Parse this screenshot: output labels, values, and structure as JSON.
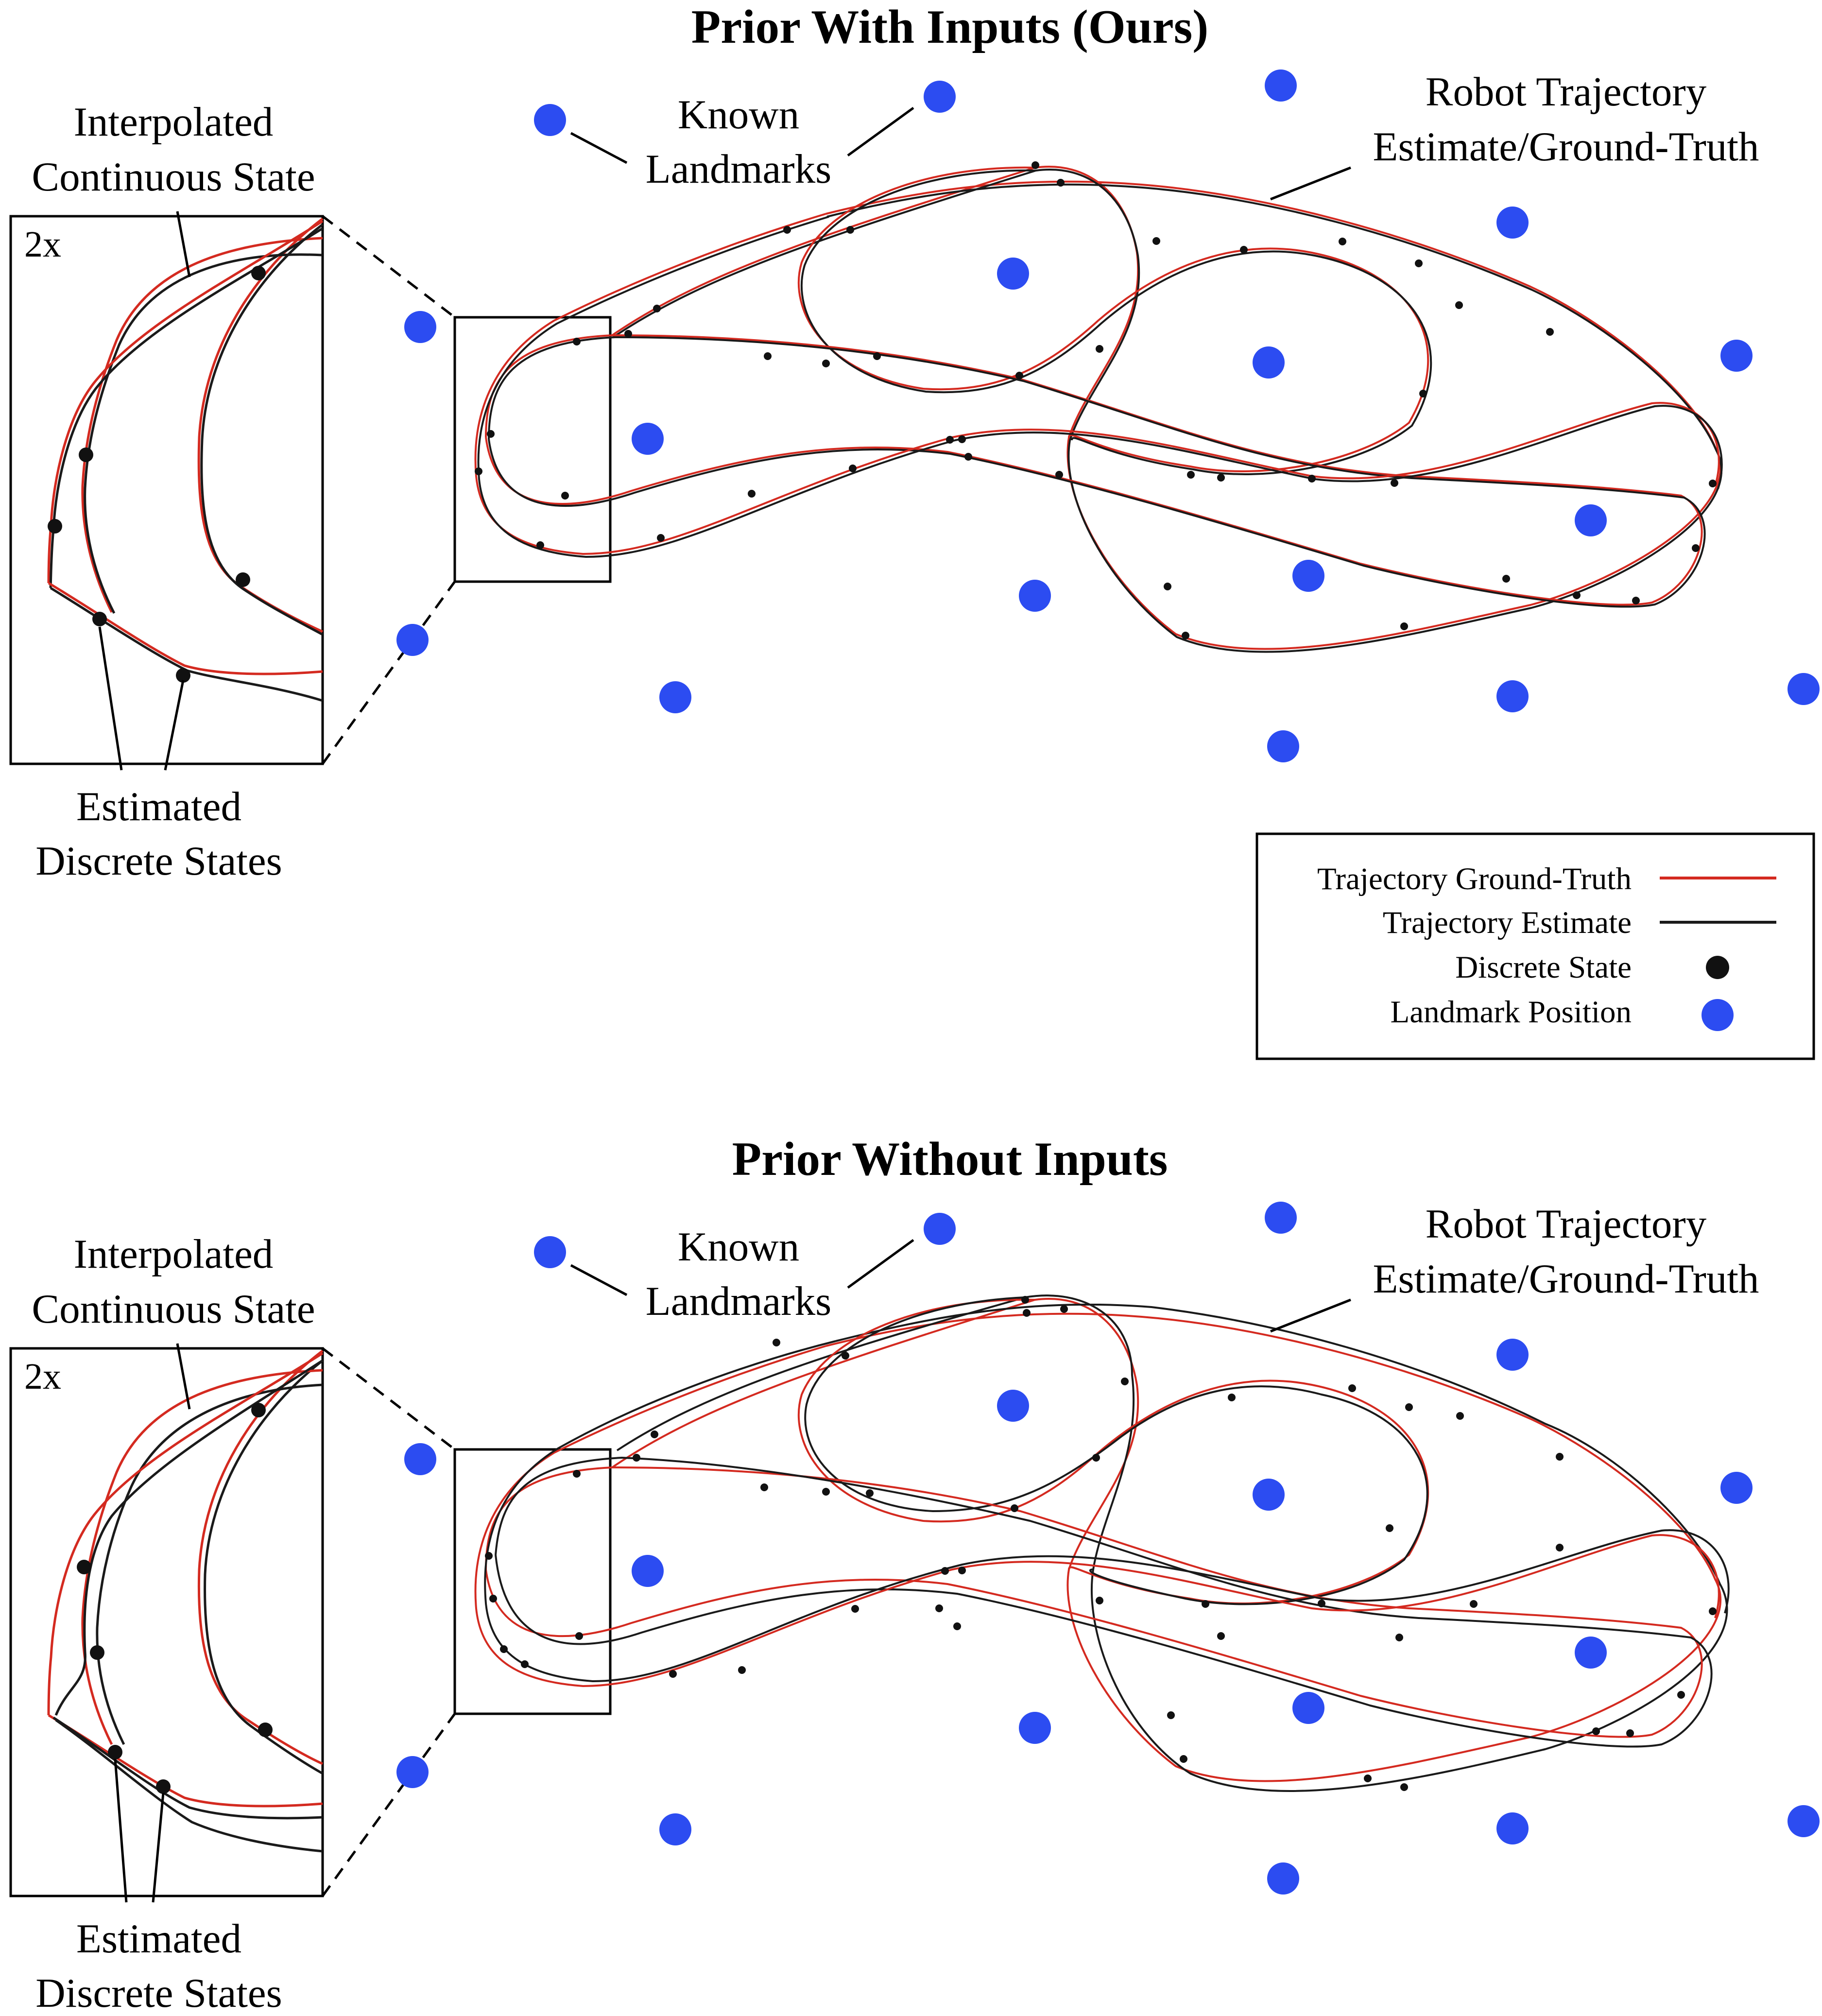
{
  "colors": {
    "ground_truth": "#d42a20",
    "estimate": "#1a1a1a",
    "discrete_state": "#111111",
    "landmark": "#2c4cf1",
    "frame": "#000000"
  },
  "panels": [
    {
      "title": "Prior With Inputs (Ours)",
      "annotations": {
        "interpolated_line1": "Interpolated",
        "interpolated_line2": "Continuous State",
        "zoom_label": "2x",
        "estimated_line1": "Estimated",
        "estimated_line2": "Discrete States",
        "landmarks_line1": "Known",
        "landmarks_line2": "Landmarks",
        "trajectory_line1": "Robot Trajectory",
        "trajectory_line2": "Estimate/Ground-Truth"
      }
    },
    {
      "title": "Prior Without Inputs",
      "annotations": {
        "interpolated_line1": "Interpolated",
        "interpolated_line2": "Continuous State",
        "zoom_label": "2x",
        "estimated_line1": "Estimated",
        "estimated_line2": "Discrete States",
        "landmarks_line1": "Known",
        "landmarks_line2": "Landmarks",
        "trajectory_line1": "Robot Trajectory",
        "trajectory_line2": "Estimate/Ground-Truth"
      }
    }
  ],
  "legend": {
    "items": [
      {
        "label": "Trajectory Ground-Truth",
        "symbol": "red-line"
      },
      {
        "label": "Trajectory Estimate",
        "symbol": "black-line"
      },
      {
        "label": "Discrete State",
        "symbol": "black-dot"
      },
      {
        "label": "Landmark Position",
        "symbol": "blue-dot"
      }
    ]
  }
}
